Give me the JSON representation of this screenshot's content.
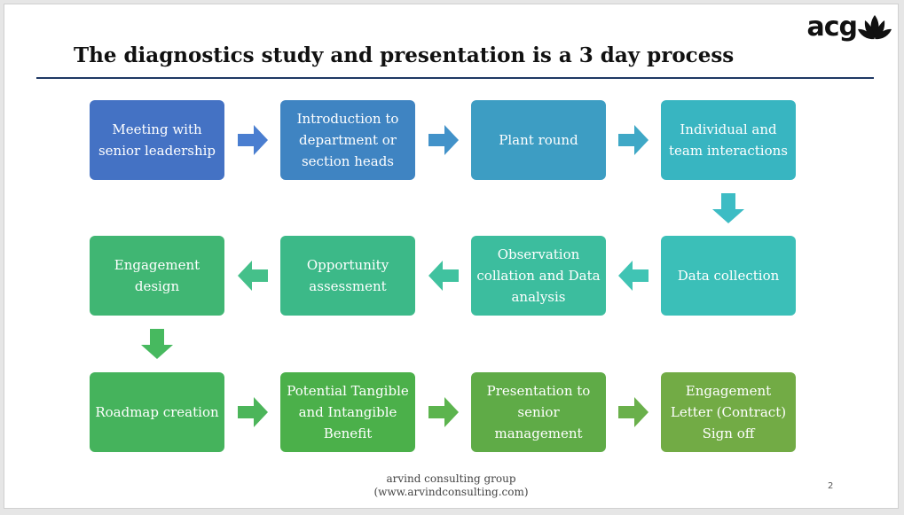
{
  "slide": {
    "title": "The diagnostics study and presentation is a 3 day process",
    "logo_text": "acg",
    "footer_line1": "arvind consulting group",
    "footer_line2": "(www.arvindconsulting.com)",
    "page_number": "2"
  },
  "steps": [
    {
      "label": "Meeting with senior leadership",
      "color": "#4472c4"
    },
    {
      "label": "Introduction to department or section heads",
      "color": "#3f84c2"
    },
    {
      "label": "Plant round",
      "color": "#3d9dc3"
    },
    {
      "label": "Individual and team interactions",
      "color": "#38b5c1"
    },
    {
      "label": "Data collection",
      "color": "#3bbfb8"
    },
    {
      "label": "Observation collation and Data analysis",
      "color": "#3cbd9e"
    },
    {
      "label": "Opportunity assessment",
      "color": "#3cb988"
    },
    {
      "label": "Engagement design",
      "color": "#40b673"
    },
    {
      "label": "Roadmap creation",
      "color": "#45b35c"
    },
    {
      "label": "Potential Tangible and Intangible Benefit",
      "color": "#4bb04a"
    },
    {
      "label": "Presentation to senior management",
      "color": "#5fab47"
    },
    {
      "label": "Engagement Letter (Contract) Sign off",
      "color": "#72ab45"
    }
  ],
  "arrows": [
    {
      "direction": "right",
      "color": "#4a7ed0"
    },
    {
      "direction": "right",
      "color": "#4292c9"
    },
    {
      "direction": "right",
      "color": "#3fa8c6"
    },
    {
      "direction": "down",
      "color": "#3dbcc4"
    },
    {
      "direction": "left",
      "color": "#40c4b4"
    },
    {
      "direction": "left",
      "color": "#40c29f"
    },
    {
      "direction": "left",
      "color": "#45c08a"
    },
    {
      "direction": "down",
      "color": "#47b95f"
    },
    {
      "direction": "right",
      "color": "#4cb55a"
    },
    {
      "direction": "right",
      "color": "#5cb44e"
    },
    {
      "direction": "right",
      "color": "#6ab04b"
    }
  ]
}
